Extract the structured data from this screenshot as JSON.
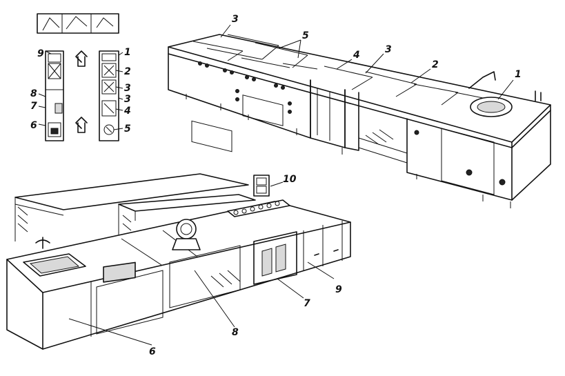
{
  "labels": {
    "plan": {
      "l1": "1",
      "l2": "2",
      "l3a": "3",
      "l3b": "3",
      "l4": "4",
      "l5": "5",
      "l6": "6",
      "l7": "7",
      "l8": "8",
      "l9": "9"
    },
    "top": {
      "l3a": "3",
      "l5": "5",
      "l4": "4",
      "l3b": "3",
      "l2": "2",
      "l1": "1"
    },
    "bottom": {
      "l10": "10",
      "l9": "9",
      "l7": "7",
      "l8": "8",
      "l6": "6"
    }
  }
}
